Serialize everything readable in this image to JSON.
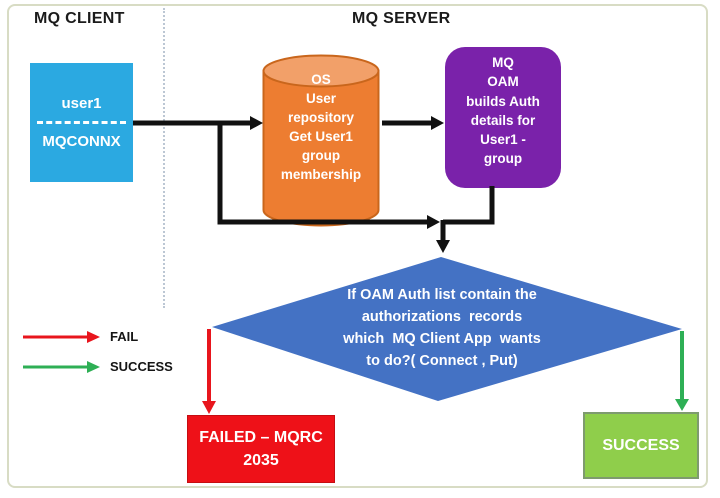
{
  "titles": {
    "client": "MQ CLIENT",
    "server": "MQ SERVER"
  },
  "client_box": {
    "user": "user1",
    "call": "MQCONNX"
  },
  "os_repository": {
    "text": "OS\nUser\nrepository\nGet User1\ngroup\nmembership"
  },
  "mq_oam": {
    "text": "MQ\nOAM\nbuilds Auth\ndetails for\nUser1 -\ngroup"
  },
  "decision": {
    "text": "If OAM Auth list contain the\nauthorizations  records\nwhich  MQ Client App  wants\nto do?( Connect , Put)"
  },
  "outcomes": {
    "fail": "FAILED – MQRC\n2035",
    "success": "SUCCESS"
  },
  "legend": {
    "fail_label": "FAIL",
    "success_label": "SUCCESS"
  },
  "colors": {
    "client_box": "#2BA9E1",
    "cylinder_body": "#ED7D31",
    "cylinder_top": "#F2A069",
    "cylinder_border": "#C9661C",
    "oam_box": "#7A22AA",
    "decision_diamond": "#4472C4",
    "fail": "#E8151D",
    "fail_box": "#EE1118",
    "success": "#2EAF55",
    "success_box": "#8FCE4B",
    "success_box_border": "#7E9B6E",
    "connector": "#111111",
    "frame_border": "#D8DCC4",
    "divider": "#BCC7D4"
  }
}
